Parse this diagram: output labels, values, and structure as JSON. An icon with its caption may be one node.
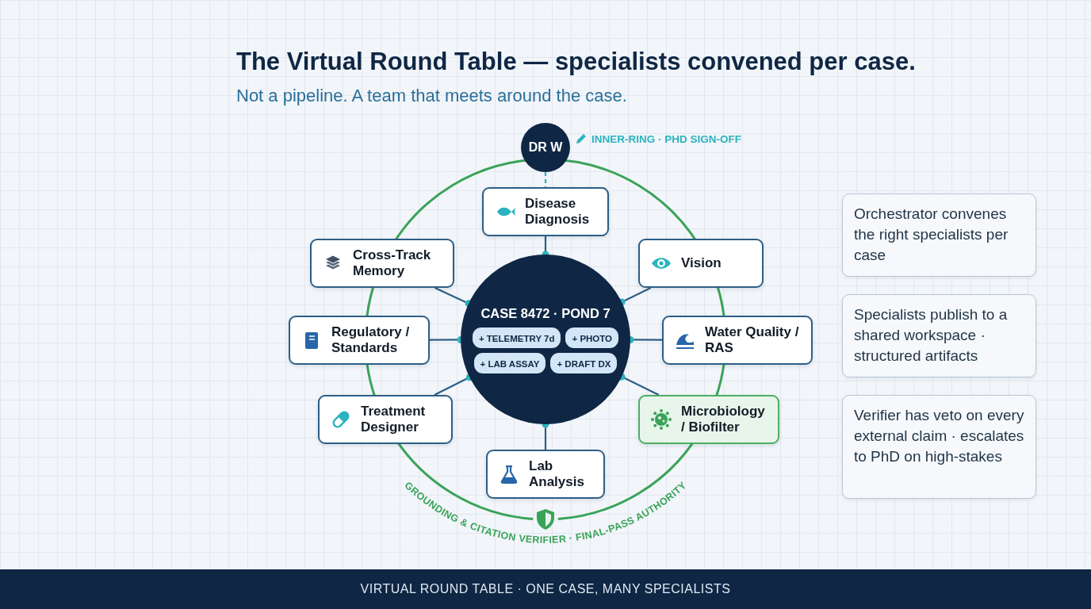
{
  "diagram": {
    "title": "The Virtual Round Table — specialists convened per case.",
    "nodes": [
      {
        "text": [
          "DR W"
        ],
        "beside": [
          "INNER-RING · PHD SIGN-OFF"
        ]
      },
      {
        "text": [
          "Disease Diagnosis"
        ]
      },
      {
        "text": [
          "Cross-Track Memory"
        ]
      },
      {
        "text": [
          "Vision"
        ]
      },
      {
        "text": [
          "CASE 8472 · POND 7"
        ]
      },
      {
        "text": [
          "+ TELEMETRY 7d"
        ],
        "in": 4
      },
      {
        "text": [
          "+ PHOTO"
        ],
        "in": 4
      },
      {
        "text": [
          "+ LAB ASSAY"
        ],
        "in": 4
      },
      {
        "text": [
          "+ DRAFT DX"
        ],
        "in": 4
      },
      {
        "text": [
          "Regulatory / Standards"
        ]
      },
      {
        "text": [
          "Water Quality / RAS"
        ]
      },
      {
        "text": [
          "Treatment Designer"
        ]
      },
      {
        "text": [
          "Microbiology / Biofilter"
        ]
      },
      {
        "text": [
          "Lab Analysis"
        ]
      },
      {
        "text": [
          "Orchestrator convenes the right specialists per case"
        ]
      },
      {
        "text": [
          "Specialists publish to a shared workspace · structured artifacts"
        ]
      },
      {
        "text": [
          "Verifier has veto on every external claim · escalates to PhD on high-stakes"
        ]
      }
    ],
    "edges": [
      {
        "from": 0,
        "to": 1,
        "arrow": "none",
        "style": "dashed",
        "color": "#2bb3c0"
      },
      {
        "from": 4,
        "to": 1,
        "arrow": "other"
      },
      {
        "from": 4,
        "to": 2,
        "arrow": "other"
      },
      {
        "from": 4,
        "to": 3,
        "arrow": "other"
      },
      {
        "from": 4,
        "to": 9,
        "arrow": "other"
      },
      {
        "from": 4,
        "to": 10,
        "arrow": "other"
      },
      {
        "from": 4,
        "to": 11,
        "arrow": "other"
      },
      {
        "from": 4,
        "to": 12,
        "arrow": "other"
      },
      {
        "from": 4,
        "to": 13,
        "arrow": "other"
      }
    ],
    "labels": [
      "Not a pipeline. A team that meets around the case.",
      "GROUNDING & CITATION VERIFIER · FINAL-PASS AUTHORITY",
      "VIRTUAL ROUND TABLE · ONE CASE, MANY SPECIALISTS"
    ]
  }
}
